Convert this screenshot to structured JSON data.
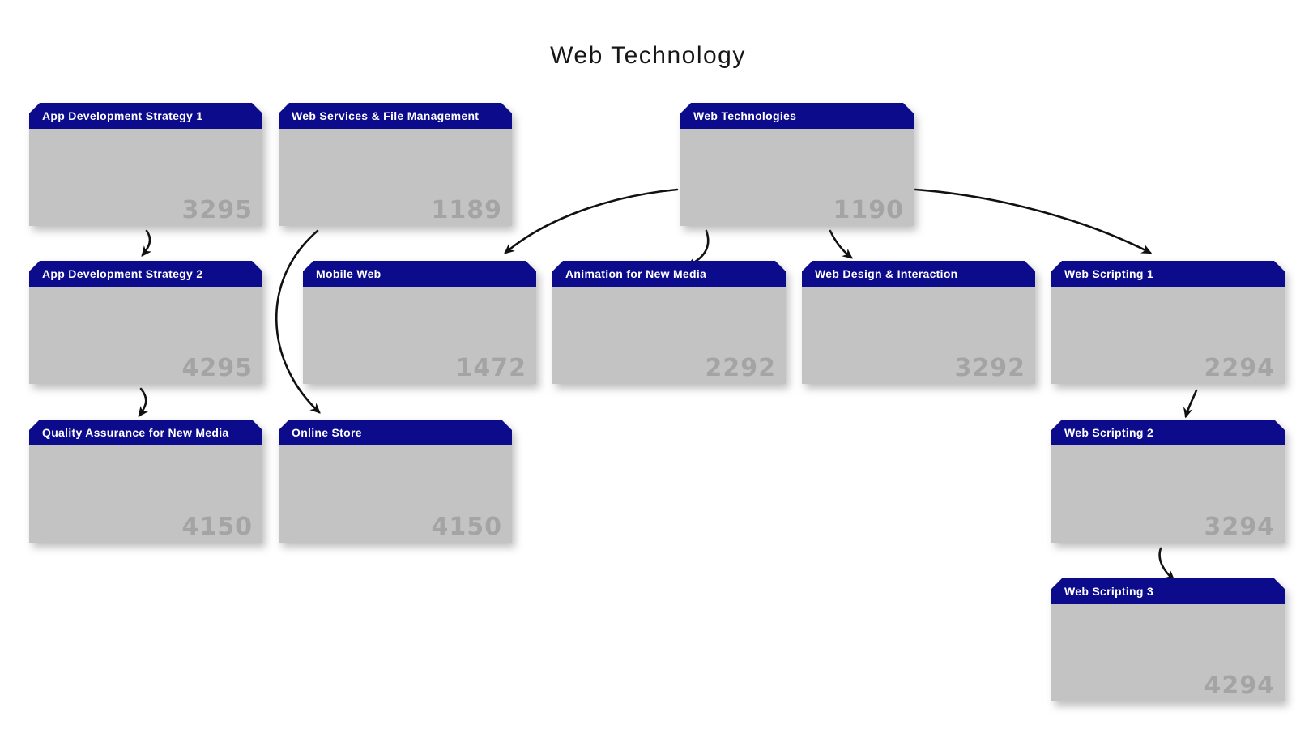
{
  "title": "Web Technology",
  "colors": {
    "page_bg": "#ffffff",
    "header_bg": "#0b0b8b",
    "header_text": "#ffffff",
    "body_bg": "#c3c3c3",
    "code_text": "#a4a4a4",
    "arrow": "#111111"
  },
  "cards": [
    {
      "id": "app-development-strategy-1",
      "title": "App Development Strategy 1",
      "code": "3295"
    },
    {
      "id": "web-services-file-management",
      "title": "Web Services & File Management",
      "code": "1189"
    },
    {
      "id": "web-technologies",
      "title": "Web Technologies",
      "code": "1190"
    },
    {
      "id": "app-development-strategy-2",
      "title": "App Development Strategy 2",
      "code": "4295"
    },
    {
      "id": "mobile-web",
      "title": "Mobile Web",
      "code": "1472"
    },
    {
      "id": "animation-for-new-media",
      "title": "Animation for New Media",
      "code": "2292"
    },
    {
      "id": "web-design-interaction",
      "title": "Web Design & Interaction",
      "code": "3292"
    },
    {
      "id": "web-scripting-1",
      "title": "Web Scripting 1",
      "code": "2294"
    },
    {
      "id": "quality-assurance-for-new-media",
      "title": "Quality Assurance for New Media",
      "code": "4150"
    },
    {
      "id": "online-store",
      "title": "Online Store",
      "code": "4150"
    },
    {
      "id": "web-scripting-2",
      "title": "Web Scripting 2",
      "code": "3294"
    },
    {
      "id": "web-scripting-3",
      "title": "Web Scripting 3",
      "code": "4294"
    }
  ],
  "edges": [
    {
      "from": "app-development-strategy-1",
      "to": "app-development-strategy-2"
    },
    {
      "from": "app-development-strategy-2",
      "to": "quality-assurance-for-new-media"
    },
    {
      "from": "web-services-file-management",
      "to": "online-store"
    },
    {
      "from": "web-technologies",
      "to": "mobile-web"
    },
    {
      "from": "web-technologies",
      "to": "animation-for-new-media"
    },
    {
      "from": "web-technologies",
      "to": "web-design-interaction"
    },
    {
      "from": "web-technologies",
      "to": "web-scripting-1"
    },
    {
      "from": "web-scripting-1",
      "to": "web-scripting-2"
    },
    {
      "from": "web-scripting-2",
      "to": "web-scripting-3"
    }
  ]
}
